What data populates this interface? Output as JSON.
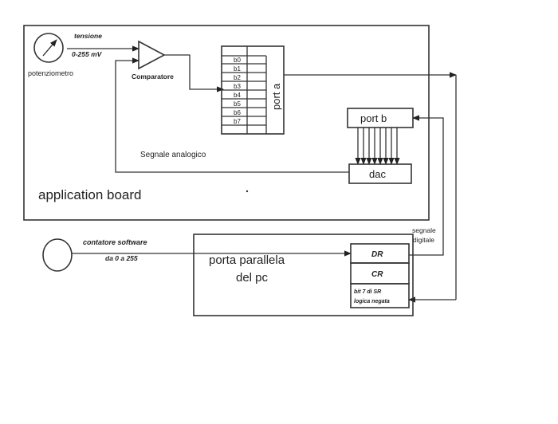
{
  "application_board": {
    "label": "application board",
    "potentiometer": {
      "label": "potenziometro"
    },
    "voltage": {
      "title": "tensione",
      "range": "0-255 mV"
    },
    "comparator": {
      "label": "Comparatore"
    },
    "port_a": {
      "label": "port a",
      "bits": [
        "b0",
        "b1",
        "b2",
        "b3",
        "b4",
        "b5",
        "b6",
        "b7"
      ]
    },
    "port_b": {
      "label": "port b"
    },
    "dac": {
      "label": "dac"
    },
    "analog_signal": {
      "label": "Segnale analogico"
    }
  },
  "software_counter": {
    "title": "contatore software",
    "range": "da 0 a 255"
  },
  "digital_signal": {
    "line1": "segnale",
    "line2": "digitale"
  },
  "parallel_port": {
    "label_line1": "porta parallela",
    "label_line2": "del pc",
    "registers": {
      "dr": "DR",
      "cr": "CR",
      "sr_line1": "bit 7 di SR",
      "sr_line2": "logica negata"
    }
  }
}
